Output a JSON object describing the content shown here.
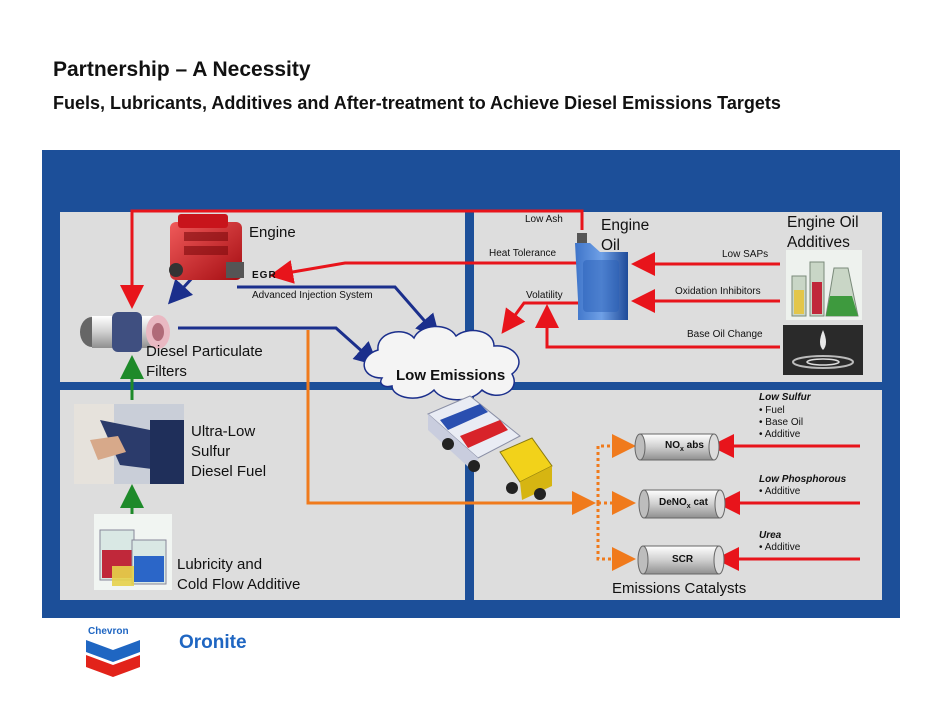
{
  "title": "Partnership – A Necessity",
  "subtitle": " Fuels, Lubricants, Additives and After-treatment to Achieve Diesel Emissions Targets",
  "labels": {
    "engine": "Engine",
    "egr": "EGR",
    "advanced_injection": "Advanced Injection System",
    "dpf_line1": "Diesel Particulate",
    "dpf_line2": "Filters",
    "low_emissions": "Low Emissions",
    "ulsd_line1": "Ultra-Low",
    "ulsd_line2": "Sulfur",
    "ulsd_line3": "Diesel Fuel",
    "lubricity_line1": "Lubricity and",
    "lubricity_line2": "Cold Flow Additive",
    "engine_oil_line1": "Engine",
    "engine_oil_line2": "Oil",
    "low_ash": "Low Ash",
    "heat_tolerance": "Heat Tolerance",
    "volatility": "Volatility",
    "engine_oil_additives_line1": "Engine Oil",
    "engine_oil_additives_line2": "Additives",
    "low_saps": "Low SAPs",
    "oxidation_inhibitors": "Oxidation Inhibitors",
    "base_oil_change": "Base Oil Change",
    "nox_abs_main": "NO",
    "nox_abs_sub": "x",
    "nox_abs_tail": " abs",
    "denox_main": "DeNO",
    "denox_sub": "x",
    "denox_tail": " cat",
    "scr": "SCR",
    "emissions_catalysts": "Emissions Catalysts",
    "low_sulfur": "Low Sulfur",
    "low_sulfur_items": [
      "Fuel",
      "Base Oil",
      "Additive"
    ],
    "low_phosphorous": "Low Phosphorous",
    "low_phosphorous_items": [
      "Additive"
    ],
    "urea": "Urea",
    "urea_items": [
      "Additive"
    ]
  },
  "logos": {
    "chevron": "Chevron",
    "oronite": "Oronite"
  },
  "colors": {
    "panel_blue": "#1c4f99",
    "arrow_red": "#e8141b",
    "arrow_navy": "#1b2f8c",
    "arrow_orange": "#f07a1c",
    "arrow_green": "#1e8a2a",
    "oronite_blue": "#1f66c2",
    "chevron_red": "#e2231a"
  },
  "icons": [
    "engine-icon",
    "dpf-filter-icon",
    "fuel-pump-icon",
    "beakers-icon",
    "truck-icon",
    "oil-bottle-icon",
    "lab-glassware-icon",
    "oil-drop-icon",
    "cloud-icon"
  ]
}
